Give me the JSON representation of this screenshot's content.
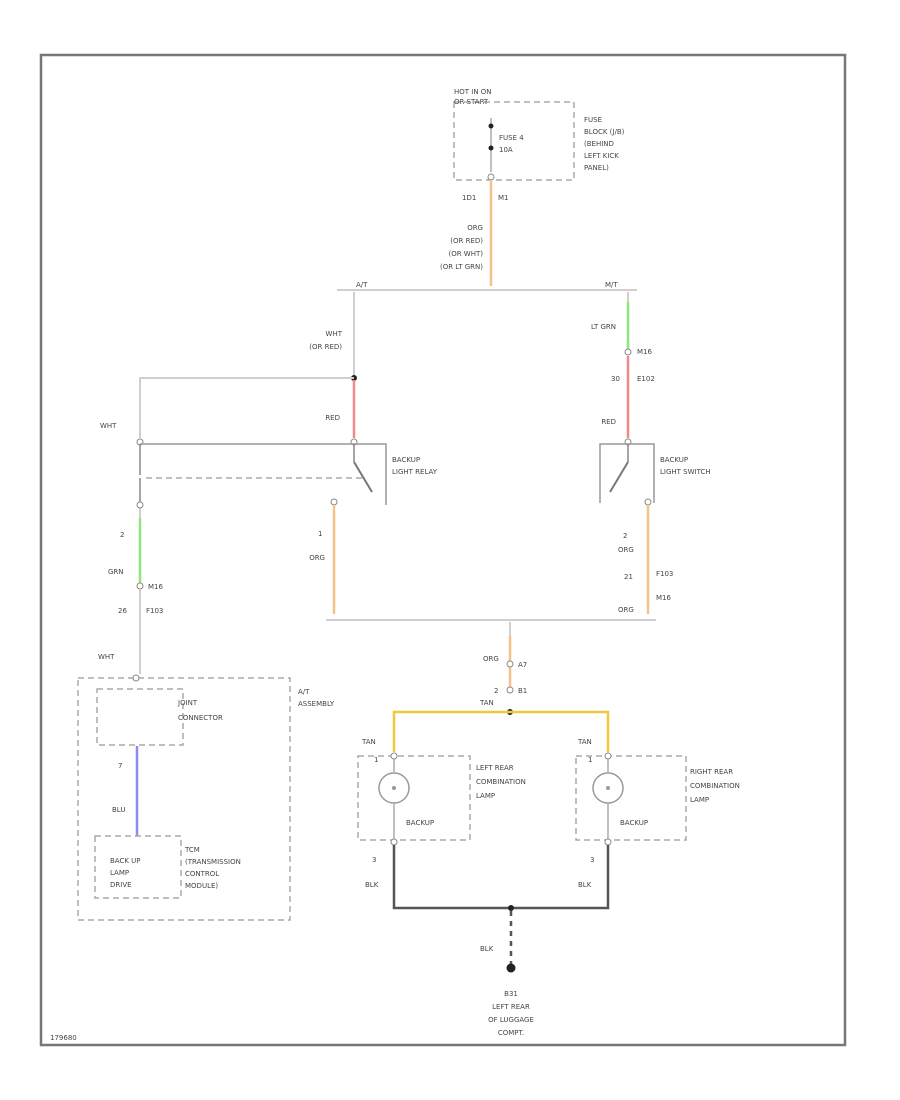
{
  "power": {
    "hot_label_1": "HOT IN ON",
    "hot_label_2": "OR START",
    "fuse_name": "FUSE 4",
    "fuse_rating": "10A",
    "fuse_block_1": "FUSE",
    "fuse_block_2": "BLOCK (J/B)",
    "fuse_block_3": "(BEHIND",
    "fuse_block_4": "LEFT KICK",
    "fuse_block_5": "PANEL)",
    "conn_a": "1D1",
    "conn_b": "M1",
    "wire_1": "ORG",
    "wire_2": "(OR RED)",
    "wire_3": "(OR WHT)",
    "wire_4": "(OR LT GRN)"
  },
  "branch": {
    "at": "A/T",
    "mt": "M/T"
  },
  "relay": {
    "wire_top_1": "WHT",
    "wire_top_2": "(OR RED)",
    "wire_red": "RED",
    "left_wire": "WHT",
    "name_1": "BACKUP",
    "name_2": "LIGHT RELAY",
    "pin_out": "1",
    "out_wire": "ORG"
  },
  "switch": {
    "top_wire": "LT GRN",
    "conn_1": "M16",
    "conn_2_pin": "30",
    "conn_2": "E102",
    "red_wire": "RED",
    "name_1": "BACKUP",
    "name_2": "LIGHT SWITCH",
    "pin_out": "2",
    "out_wire": "ORG",
    "conn_3_pin": "21",
    "conn_3": "F103",
    "conn_4": "M16",
    "bottom_wire": "ORG"
  },
  "tcm_wire": {
    "pin": "2",
    "wire": "GRN",
    "conn_1": "M16",
    "conn_2_pin": "26",
    "conn_2": "F103",
    "wire_2": "WHT"
  },
  "at_assembly": {
    "title_1": "A/T",
    "title_2": "ASSEMBLY",
    "connector_1": "JOINT",
    "connector_2": "CONNECTOR",
    "pin": "7",
    "wire": "BLU",
    "lamp_1": "BACK UP",
    "lamp_2": "LAMP",
    "lamp_3": "DRIVE",
    "tcm_1": "TCM",
    "tcm_2": "(TRANSMISSION",
    "tcm_3": "CONTROL",
    "tcm_4": "MODULE)"
  },
  "lamps": {
    "junction_wire": "ORG",
    "junction_conn_1": "A7",
    "junction_pin": "2",
    "junction_conn_2": "B1",
    "junction_wire_2": "TAN",
    "left_wire": "TAN",
    "right_wire": "TAN",
    "left_pin": "1",
    "right_pin": "1",
    "left_lamp": "BACKUP",
    "right_lamp": "BACKUP",
    "left_name_1": "LEFT REAR",
    "left_name_2": "COMBINATION",
    "left_name_3": "LAMP",
    "right_name_1": "RIGHT REAR",
    "right_name_2": "COMBINATION",
    "right_name_3": "LAMP",
    "left_gnd_pin": "3",
    "right_gnd_pin": "3",
    "left_gnd_wire": "BLK",
    "right_gnd_wire": "BLK"
  },
  "ground": {
    "wire": "BLK",
    "id": "B31",
    "desc_1": "LEFT REAR",
    "desc_2": "OF LUGGAGE",
    "desc_3": "COMPT."
  },
  "footer": {
    "code": "179680"
  }
}
